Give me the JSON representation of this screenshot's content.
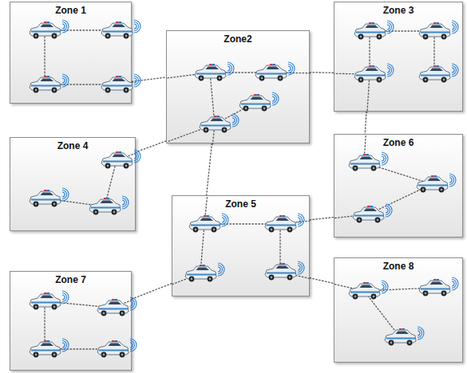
{
  "diagram": {
    "nodes": [
      {
        "text": [
          "Zone 1"
        ]
      },
      {
        "text": [
          "Zone2"
        ]
      },
      {
        "text": [
          "Zone 3"
        ]
      },
      {
        "text": [
          "Zone 4"
        ]
      },
      {
        "text": [
          "Zone 5"
        ]
      },
      {
        "text": [
          "Zone 6"
        ]
      },
      {
        "text": [
          "Zone 7"
        ]
      },
      {
        "text": [
          "Zone 8"
        ]
      }
    ],
    "edges": [
      {
        "from": 0,
        "to": 1,
        "arrow": "none"
      },
      {
        "from": 1,
        "to": 2,
        "arrow": "none"
      },
      {
        "from": 1,
        "to": 3,
        "arrow": "none"
      },
      {
        "from": 1,
        "to": 4,
        "arrow": "none"
      },
      {
        "from": 2,
        "to": 5,
        "arrow": "none"
      },
      {
        "from": 4,
        "to": 5,
        "arrow": "none"
      },
      {
        "from": 4,
        "to": 6,
        "arrow": "none"
      },
      {
        "from": 4,
        "to": 7,
        "arrow": "none"
      }
    ]
  }
}
